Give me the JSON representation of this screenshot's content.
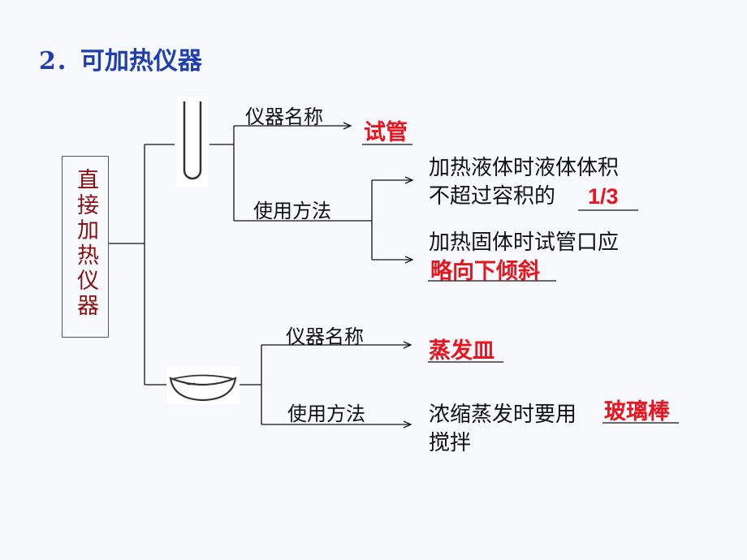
{
  "title": "2．可加热仪器",
  "category": "直接加热仪器",
  "test_tube": {
    "name_label": "仪器名称",
    "name_answer": "试管",
    "usage_label": "使用方法",
    "usage_1_line1": "加热液体时液体体积",
    "usage_1_line2": "不超过容积的",
    "usage_1_answer": "1/3",
    "usage_2_line1": "加热固体时试管口应",
    "usage_2_answer": "略向下倾斜"
  },
  "dish": {
    "name_label": "仪器名称",
    "name_answer": "蒸发皿",
    "usage_label": "使用方法",
    "usage_line1": "浓缩蒸发时要用",
    "usage_answer": "玻璃棒",
    "usage_line2": "搅拌"
  },
  "colors": {
    "title": "#1f3fb0",
    "category": "#8a1010",
    "answer": "#e8141e"
  }
}
